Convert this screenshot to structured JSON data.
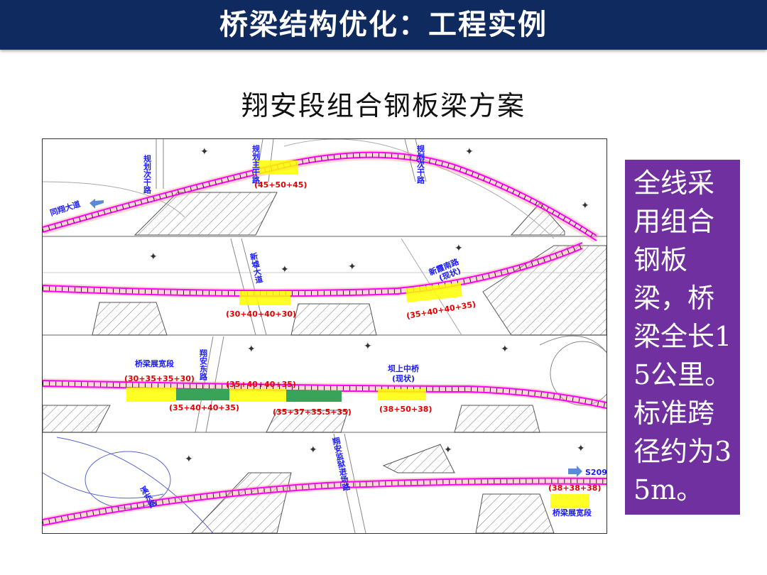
{
  "header": {
    "title": "桥梁结构优化：工程实例"
  },
  "subtitle": "翔安段组合钢板梁方案",
  "side_note": {
    "text": "全线采用组合钢板梁，桥梁全长15公里。标准跨径约为35m。"
  },
  "colors": {
    "header_bg": "#0f2a5f",
    "note_bg": "#7030a0",
    "highlight_yellow": "#ffff00",
    "highlight_green": "#3aa35a",
    "span_label": "#e00000",
    "road_label": "#1a1aff",
    "alignment": "#ff00ff"
  },
  "map": {
    "strip1": {
      "road_labels": [
        "规划次干路",
        "规划主干路",
        "规划次干路",
        "同翔大道"
      ],
      "span_label": "(45+50+45)"
    },
    "strip2": {
      "road_labels": [
        "新墟大道",
        "新霞南路",
        "(现状)"
      ],
      "span_labels": [
        "(30+40+40+30)",
        "(35+40+40+35)"
      ]
    },
    "strip3": {
      "road_labels": [
        "桥梁展宽段",
        "翔安东路",
        "坝上中桥",
        "(现状)"
      ],
      "span_labels": [
        "(30+35+35+30)",
        "(35+40+40+35)",
        "(35+40+40+35)",
        "(35+37+35.5+35)",
        "(38+50+38)"
      ]
    },
    "strip4": {
      "road_labels": [
        "溪东路",
        "翔安监狱进场路",
        "S209",
        "桥梁展宽段"
      ],
      "span_label": "(38+38+38)"
    }
  }
}
